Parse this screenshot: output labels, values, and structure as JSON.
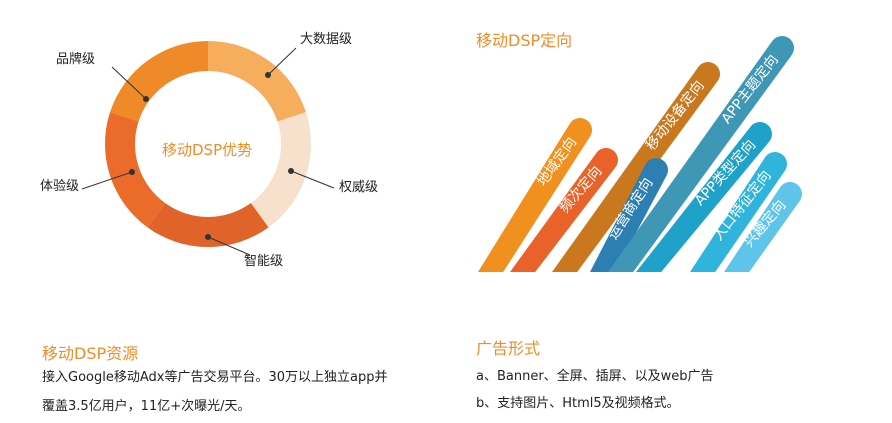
{
  "donut": {
    "center_label": "移动DSP优势",
    "segments": [
      {
        "label": "大数据级",
        "color": "#f6ad5c"
      },
      {
        "label": "权威级",
        "color": "#f8e1cc"
      },
      {
        "label": "智能级",
        "color": "#e0642a"
      },
      {
        "label": "体验级",
        "color": "#eb6b2a"
      },
      {
        "label": "品牌级",
        "color": "#ee8a28"
      }
    ]
  },
  "targeting": {
    "title": "移动DSP定向",
    "bars": [
      {
        "label": "地域定向",
        "color": "#f0901f"
      },
      {
        "label": "频次定向",
        "color": "#e9622a"
      },
      {
        "label": "移动设备定向",
        "color": "#c9781e"
      },
      {
        "label": "运营商定向",
        "color": "#2b7fb1"
      },
      {
        "label": "APP主题定向",
        "color": "#3f97b6"
      },
      {
        "label": "APP类型定向",
        "color": "#1fa2c9"
      },
      {
        "label": "人口特征定向",
        "color": "#2fb4dc"
      },
      {
        "label": "兴趣定向",
        "color": "#5fc4ea"
      }
    ]
  },
  "resources": {
    "title": "移动DSP资源",
    "line1": "接入Google移动Adx等广告交易平台。30万以上独立app并",
    "line2": "覆盖3.5亿用户，11亿+次曝光/天。"
  },
  "formats": {
    "title": "广告形式",
    "line1": "a、Banner、全屏、插屏、以及web广告",
    "line2": "b、支持图片、Html5及视频格式。"
  },
  "colors": {
    "accent": "#f08c28",
    "text": "#222222"
  }
}
